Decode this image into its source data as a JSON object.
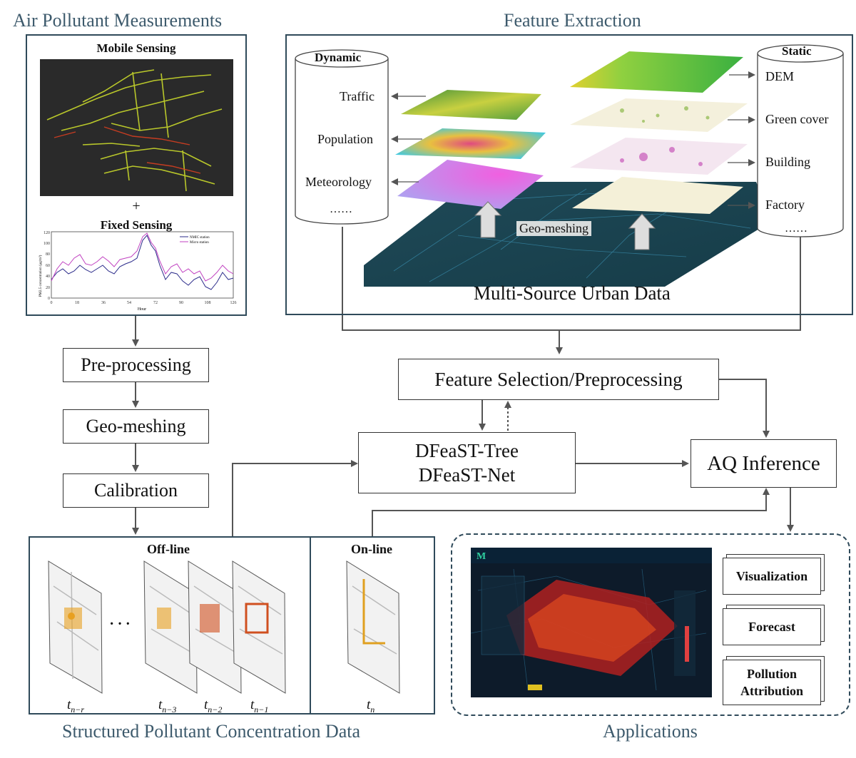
{
  "sections": {
    "air_pollutant": "Air Pollutant Measurements",
    "feature_extraction": "Feature Extraction",
    "structured_data": "Structured Pollutant Concentration Data",
    "applications": "Applications"
  },
  "sensing": {
    "mobile_title": "Mobile Sensing",
    "plus": "+",
    "fixed_title": "Fixed Sensing",
    "fixed_chart": {
      "ylabel": "PM2.5 concentration (μg/m³)",
      "xlabel": "Hour",
      "x_ticks": [
        "0",
        "18",
        "36",
        "54",
        "72",
        "90",
        "108",
        "126"
      ],
      "y_ticks": [
        "0",
        "20",
        "40",
        "60",
        "80",
        "100",
        "120"
      ],
      "legend": [
        "NMIC station",
        "Micro station"
      ]
    }
  },
  "pipeline": {
    "preprocessing": "Pre-processing",
    "geomeshing": "Geo-meshing",
    "calibration": "Calibration"
  },
  "feature_extraction": {
    "dynamic_title": "Dynamic",
    "dynamic_items": [
      "Traffic",
      "Population",
      "Meteorology",
      "……"
    ],
    "static_title": "Static",
    "static_items": [
      "DEM",
      "Green cover",
      "Building",
      "Factory",
      "……"
    ],
    "geomeshing_label": "Geo-meshing",
    "base_caption": "Multi-Source Urban Data"
  },
  "center": {
    "feature_selection": "Feature Selection/Preprocessing",
    "model_line1": "DFeaST-Tree",
    "model_line2": "DFeaST-Net",
    "aq_inference": "AQ Inference"
  },
  "structured": {
    "offline": "Off-line",
    "online": "On-line",
    "ellipsis": "···",
    "time_labels": [
      "t",
      "t",
      "t",
      "t",
      "t"
    ],
    "time_subs": [
      "n−r",
      "n−3",
      "n−2",
      "n−1",
      "n"
    ]
  },
  "applications": {
    "items": [
      "Visualization",
      "Forecast",
      "Pollution Attribution"
    ],
    "dashboard_logo": "M"
  },
  "colors": {
    "section_title": "#3d5a6c",
    "panel_border": "#2f4a5a",
    "arrow": "#555555",
    "dashboard_bg": "#0d1b2a"
  }
}
